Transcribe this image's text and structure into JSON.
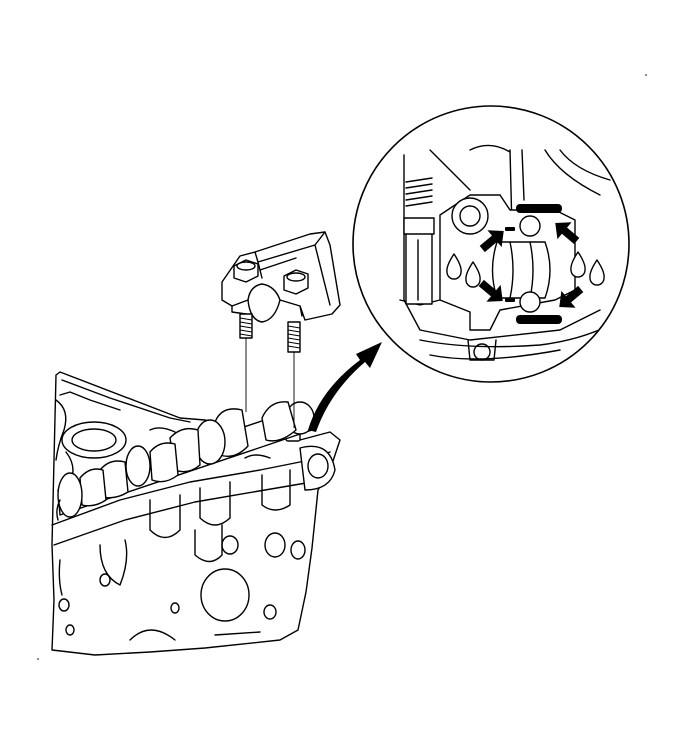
{
  "figure": {
    "background": "#ffffff",
    "line_color": "#000000",
    "components": [
      "cylinder-head-illustration",
      "camshaft-illustration",
      "bearing-cap-bracket-illustration",
      "mounting-bolts-illustration",
      "detail-magnifier-circle",
      "sealant-application-marks",
      "oil-drop-icons",
      "direction-arrows"
    ]
  }
}
